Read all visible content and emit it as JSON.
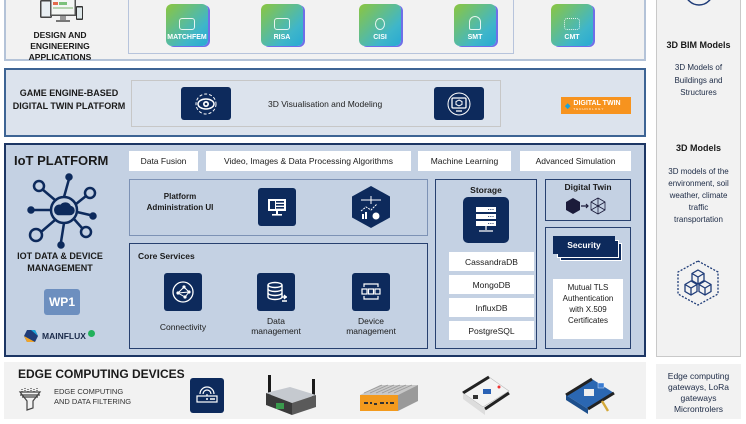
{
  "design": {
    "label": "DESIGN AND ENGINEERING APPLICATIONS",
    "apps": [
      {
        "label": "MATCHFEM",
        "icon": "matchfem-app-icon"
      },
      {
        "label": "RISA",
        "icon": "risa-app-icon"
      },
      {
        "label": "CISI",
        "icon": "cisi-app-icon"
      },
      {
        "label": "SMT",
        "icon": "smt-app-icon"
      },
      {
        "label": "CMT",
        "icon": "cmt-app-icon"
      }
    ]
  },
  "game_engine": {
    "label": "GAME ENGINE-BASED DIGITAL TWIN PLATFORM",
    "center_text": "3D Visualisation and Modeling",
    "logo_text": "DIGITAL TWIN",
    "logo_sub": "TECHNOLOGY"
  },
  "iot": {
    "title": "IoT PLATFORM",
    "data_device_label": "IOT DATA & DEVICE MANAGEMENT",
    "wp_badge": "WP1",
    "mainflux": "MAINFLUX",
    "chips": [
      "Data Fusion",
      "Video, Images & Data Processing Algorithms",
      "Machine Learning",
      "Advanced Simulation"
    ],
    "admin_label": "Platform Administration UI",
    "core_title": "Core Services",
    "core_items": [
      "Connectivity",
      "Data management",
      "Device management"
    ],
    "storage_title": "Storage",
    "databases": [
      "CassandraDB",
      "MongoDB",
      "InfluxDB",
      "PostgreSQL"
    ],
    "digital_twin_title": "Digital Twin",
    "security_title": "Security",
    "security_text": "Mutual TLS Authentication with X.509 Certificates"
  },
  "side": {
    "bim_title": "3D BIM Models",
    "bim_text": "3D Models of Buildings and Structures",
    "models_title": "3D Models",
    "models_text": "3D models of the environment, soil weather, climate traffic transportation"
  },
  "edge": {
    "title": "EDGE COMPUTING  DEVICES",
    "subtitle_line1": "EDGE COMPUTING",
    "subtitle_line2": "AND DATA FILTERING",
    "side_text": "Edge computing gateways, LoRa gateways Microntrolers"
  }
}
